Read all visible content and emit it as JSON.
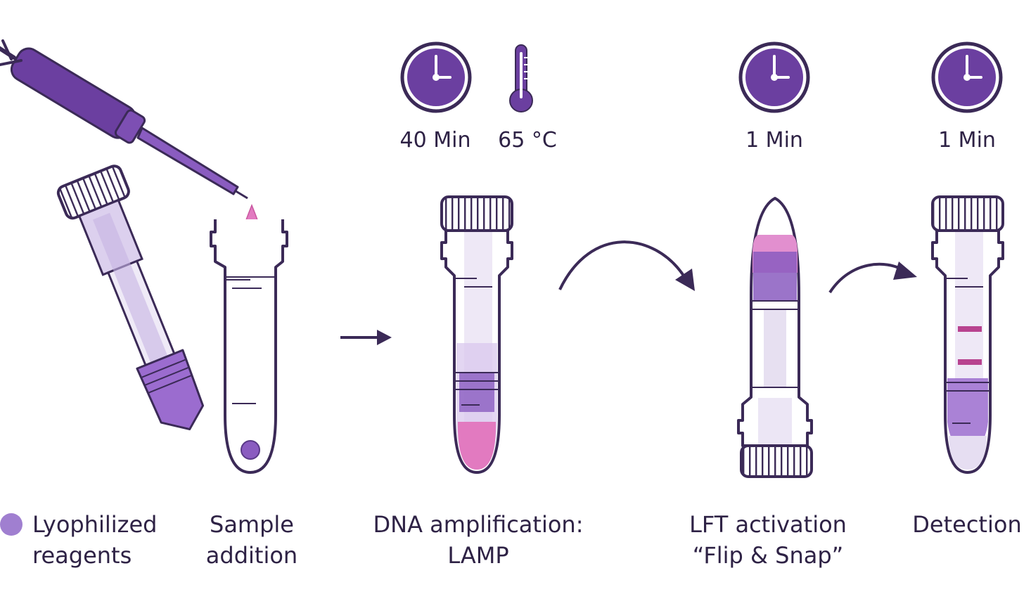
{
  "colors": {
    "outline": "#3b2a57",
    "purple": "#6b3fa0",
    "light_purple": "#b69ad8",
    "pale_purple": "#e4daf2",
    "pink": "#e27ac0",
    "text": "#2e2245"
  },
  "icons": [
    "pipette-icon",
    "tube-icon",
    "clock-icon",
    "thermometer-icon",
    "arrow-icon",
    "curved-arrow-icon"
  ],
  "timings": {
    "lamp_time": "40 Min",
    "lamp_temp": "65 °C",
    "lft_time": "1 Min",
    "detection_time": "1 Min"
  },
  "labels": {
    "legend": [
      "Lyophilized",
      "reagents"
    ],
    "sample": [
      "Sample",
      "addition"
    ],
    "lamp": [
      "DNA amplification:",
      "LAMP"
    ],
    "lft": [
      "LFT activation",
      "“Flip & Snap”"
    ],
    "detection": [
      "Detection"
    ]
  }
}
